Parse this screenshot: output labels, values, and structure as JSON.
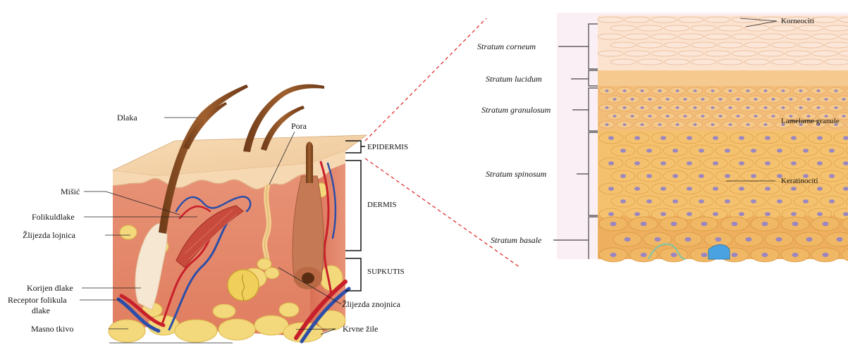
{
  "left_labels": {
    "dlaka": "Dlaka",
    "misic": "Mišić",
    "folikul": "Folikuldlake",
    "lojnica": "Žlijezda lojnica",
    "korijen": "Korijen dlake",
    "receptor_1": "Receptor folikula",
    "receptor_2": "dlake",
    "masno": "Masno tkivo",
    "pora": "Pora",
    "znojnica": "Žlijezda znojnica",
    "krvne": "Krvne žile"
  },
  "layers": {
    "epidermis": "EPIDERMIS",
    "dermis": "DERMIS",
    "supkutis": "SUPKUTIS"
  },
  "strata": {
    "corneum": "Stratum corneum",
    "lucidum": "Stratum lucidum",
    "granulosum": "Stratum granulosum",
    "spinosum": "Stratum spinosum",
    "basale": "Stratum basale"
  },
  "right_labels": {
    "korneociti": "Korneociti",
    "lamelarne": "Lamelarne granule",
    "keratinociti": "Keratinociti"
  },
  "colors": {
    "epidermis_skin": "#f4d3a8",
    "dermis": "#e58a6c",
    "fat": "#f2d97a",
    "artery": "#c8202a",
    "vein": "#2c4ea8",
    "hair": "#8a4b24",
    "cell_fill": "#f4c26e",
    "nucleus": "#9a86c0",
    "zoom_line": "#e02020"
  }
}
